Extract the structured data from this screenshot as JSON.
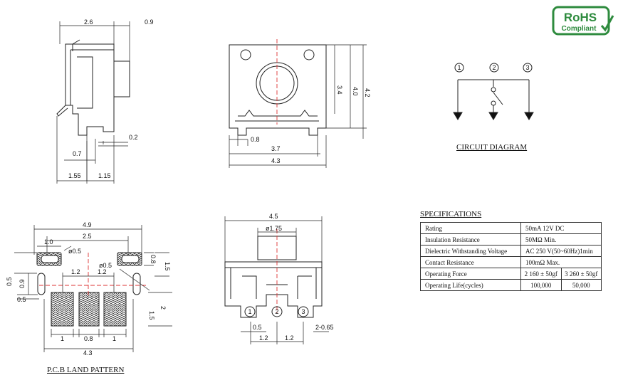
{
  "rohs": {
    "line1": "RoHS",
    "line2": "Compliant",
    "color": "#2e8b3e"
  },
  "side_view": {
    "dims": [
      "2.6",
      "0.9",
      "0.2",
      "0.7",
      "1.55",
      "1.15"
    ]
  },
  "front_view": {
    "dims": [
      "3.4",
      "4.0",
      "4.2",
      "0.8",
      "3.7",
      "4.3"
    ]
  },
  "circuit": {
    "title": "CIRCUIT DIAGRAM",
    "terminals": [
      "1",
      "2",
      "3"
    ]
  },
  "pcb": {
    "title": "P.C.B LAND PATTERN",
    "dims": [
      "4.9",
      "2.5",
      "1.0",
      "ø0.5",
      "ø0.5",
      "1.2",
      "1.2",
      "0.8",
      "1.5",
      "0.5",
      "0.9",
      "0.5",
      "1.5",
      "2",
      "1",
      "0.8",
      "1",
      "4.3"
    ]
  },
  "bottom_view": {
    "dims": [
      "4.5",
      "ø1.75",
      "0.5",
      "1.2",
      "1.2",
      "2-0.65"
    ],
    "terminals": [
      "1",
      "2",
      "3"
    ]
  },
  "specifications": {
    "title": "SPECIFICATIONS",
    "rows": [
      {
        "label": "Rating",
        "value": "50mA 12V DC"
      },
      {
        "label": "Insulation Resistance",
        "value": "50MΩ Min."
      },
      {
        "label": "Dielectric Withstanding Voltage",
        "value": "AC 250 V(50~60Hz)1min"
      },
      {
        "label": "Contact Resistance",
        "value": "100mΩ Max."
      },
      {
        "label": "Operating Force",
        "value_a": "2 160 ± 50gf",
        "value_b": "3 260 ± 50gf"
      },
      {
        "label": "Operating Life(cycles)",
        "value_a": "100,000",
        "value_b": "50,000"
      }
    ]
  }
}
